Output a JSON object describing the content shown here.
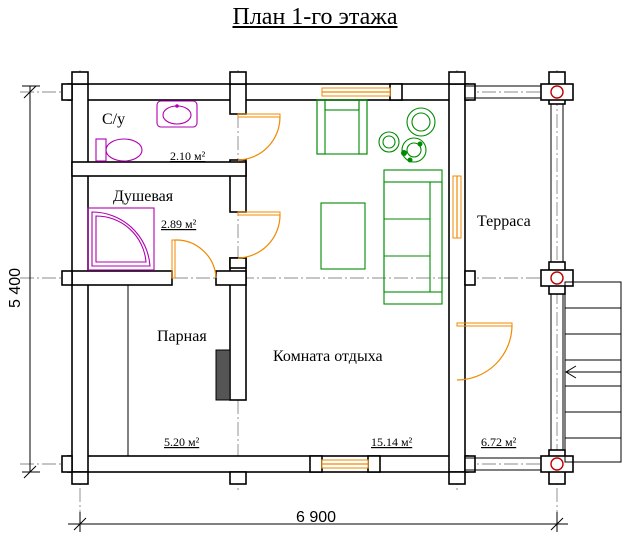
{
  "title": "План 1-го этажа",
  "rooms": {
    "wc": "С/у",
    "shower": "Душевая",
    "sauna": "Парная",
    "lounge": "Комната отдыха",
    "terrace": "Терраса"
  },
  "areas": {
    "wc": "2.10 м²",
    "shower": "2.89 м²",
    "sauna": "5.20 м²",
    "lounge": "15.14 м²",
    "terrace": "6.72 м²"
  },
  "dimensions": {
    "width": "6 900",
    "height": "5 400"
  },
  "colors": {
    "walls": "#000000",
    "doors": "#f08a00",
    "furniture": "#008a00",
    "plumbing": "#b000b0",
    "posts": "#c00000"
  }
}
